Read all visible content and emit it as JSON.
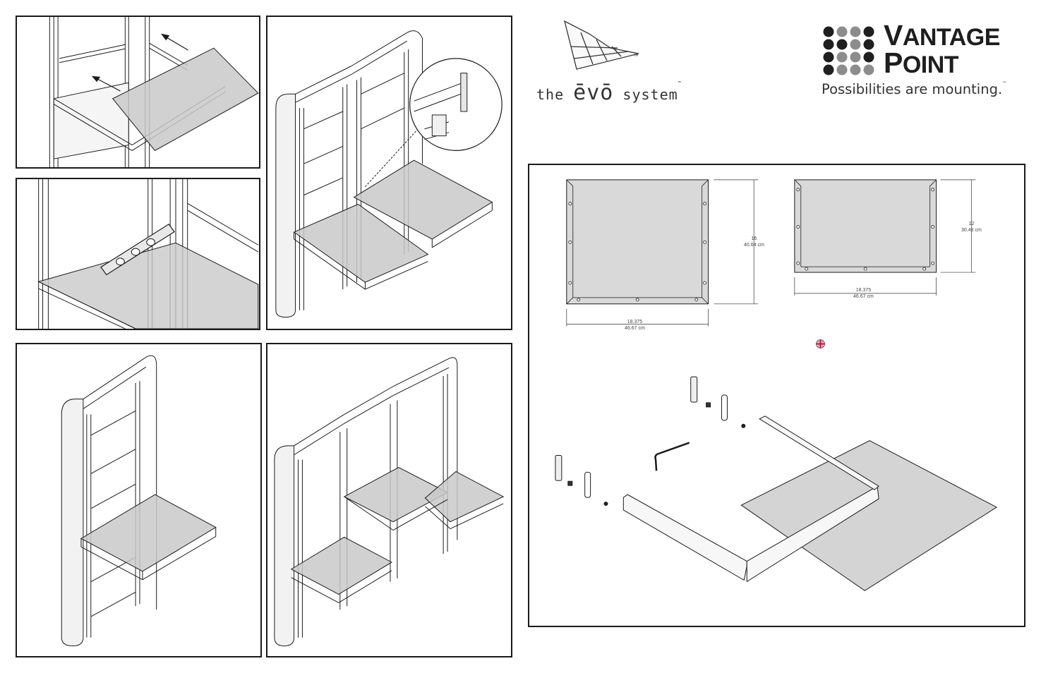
{
  "brand_left": {
    "prefix": "the",
    "evo": "ēvō",
    "suffix": "system",
    "tm": "™"
  },
  "brand_right": {
    "name_line1_first": "V",
    "name_line1_rest": "ANTAGE",
    "name_line2_first": "P",
    "name_line2_rest": "OINT",
    "tagline": "Possibilities are mounting.",
    "tm": "™"
  },
  "dimensions": {
    "shelf_large_width_in": "18.375",
    "shelf_large_width_cm": "46.67 cm",
    "shelf_large_depth_in": "16",
    "shelf_large_depth_cm": "40.64 cm",
    "shelf_small_width_in": "18.375",
    "shelf_small_width_cm": "46.67 cm",
    "shelf_small_depth_in": "12",
    "shelf_small_depth_cm": "30.48 cm"
  },
  "icons": {
    "language": "uk-flag-icon",
    "level": "spirit-level-icon",
    "arrow": "arrow-icon"
  },
  "colors": {
    "line": "#1a1a1a",
    "glass": "#c9c9c9",
    "dot_dark": "#1f1f1f",
    "dot_grey": "#8c8c8c"
  }
}
